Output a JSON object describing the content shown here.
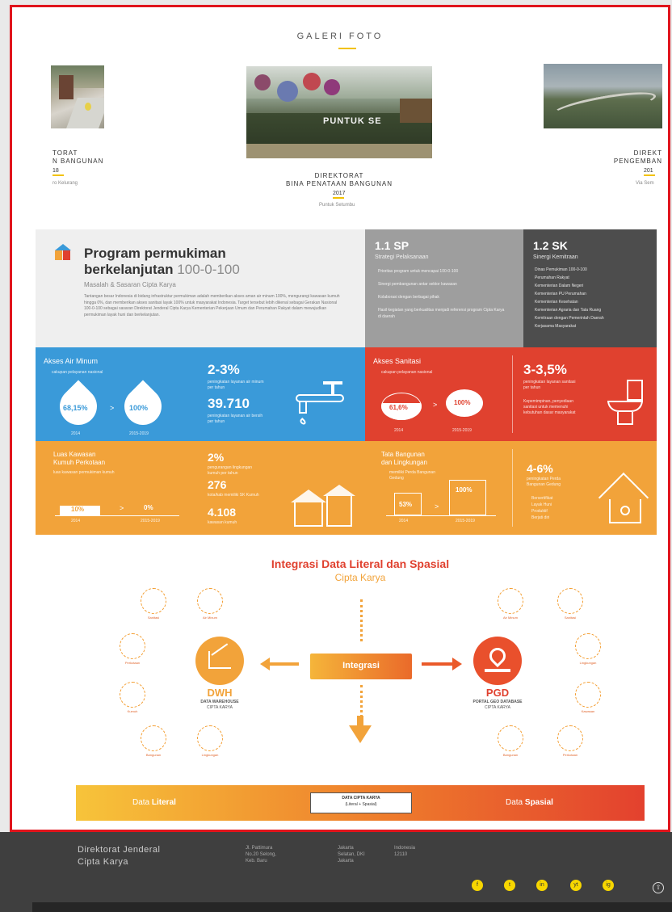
{
  "gallery": {
    "title": "GALERI FOTO",
    "items": [
      {
        "name_line1": "TORAT",
        "name_line2": "N BANGUNAN",
        "year": "18",
        "location": "ro Kelurang"
      },
      {
        "name_line1": "DIREKTORAT",
        "name_line2": "BINA PENATAAN BANGUNAN",
        "year": "2017",
        "location": "Puntuk Setumbu"
      },
      {
        "name_line1": "DIREKT",
        "name_line2": "PENGEMBAN",
        "year": "201",
        "location": "Via Sem"
      }
    ],
    "photo_sign": "PUNTUK SE"
  },
  "program": {
    "title_line1": "Program permukiman",
    "title_line2": "berkelanjutan",
    "title_target": "100-0-100",
    "subtitle": "Masalah & Sasaran Cipta Karya",
    "body": "Tantangan besar Indonesia di bidang infrastruktur permukiman adalah memberikan akses aman air minum 100%, mengurangi kawasan kumuh hingga 0%, dan memberikan akses sanitasi layak 100% untuk masyarakat Indonesia. Target tersebut lebih dikenal sebagai Gerakan Nasional 100-0-100 sebagai sasaran Direktorat Jenderal Cipta Karya Kementerian Pekerjaan Umum dan Perumahan Rakyat dalam mewujudkan permukiman layak huni dan berkelanjutan."
  },
  "sp": {
    "title": "1.1 SP",
    "subtitle": "Strategi Pelaksanaan",
    "items": [
      "Prioritas program untuk mencapai 100-0-100",
      "Sinergi pembangunan antar sektor kawasan",
      "Kolaborasi dengan berbagai pihak",
      "Hasil kegiatan yang berkualitas menjadi referensi program Cipta Karya di daerah"
    ]
  },
  "sk": {
    "title": "1.2 SK",
    "subtitle": "Sinergi Kemitraan",
    "items": [
      "Dinas Pemukiman 100-0-100",
      "Perumahan Rakyat",
      "Kementerian Dalam Negeri",
      "Kementerian PU Perumahan",
      "Kementerian Kesehatan",
      "Kementerian Agraria dan Tata Ruang",
      "Kemitraan dengan Pemerintah Daerah",
      "Kerjasama Masyarakat"
    ]
  },
  "air": {
    "title": "Akses Air Minum",
    "subtitle": "cakupan pelayanan nasional",
    "from": "68,15%",
    "to": "100%",
    "from_year": "2014",
    "to_year": "2015-2019",
    "stat1": "2-3%",
    "stat1_note": "peningkatan layanan air minum per tahun",
    "stat2": "39.710",
    "stat2_note": "peningkatan layanan air bersih per tahun"
  },
  "sanitasi": {
    "title": "Akses Sanitasi",
    "subtitle": "cakupan pelayanan nasional",
    "from": "61,6%",
    "to": "100%",
    "from_year": "2014",
    "to_year": "2015-2019",
    "stat1": "3-3,5%",
    "stat1_note": "peningkatan layanan sanitasi per tahun",
    "stat2_note": "Kepemimpinan, penyediaan sanitasi untuk memenuhi kebutuhan dasar masyarakat"
  },
  "kumuh": {
    "title_line1": "Luas Kawasan",
    "title_line2": "Kumuh Perkotaan",
    "subtitle": "luas kawasan permukiman kumuh",
    "from": "10%",
    "to": "0%",
    "from_year": "2014",
    "to_year": "2015-2019",
    "stat1": "2%",
    "stat1_note": "pengurangan lingkungan kumuh per tahun",
    "stat2": "276",
    "stat2_note": "kota/kab memiliki SK Kumuh",
    "stat3": "4.108",
    "stat3_note": "kawasan kumuh"
  },
  "bangunan": {
    "title_line1": "Tata Bangunan",
    "title_line2": "dan Lingkungan",
    "subtitle": "memiliki Perda Bangunan Gedung",
    "from": "53%",
    "to": "100%",
    "from_year": "2014",
    "to_year": "2015-2019",
    "stat1": "4-6%",
    "stat1_note": "peningkatan Perda Bangunan Gedung",
    "bullets": [
      "Bersertifikat",
      "Layak Huni",
      "Produktif",
      "Berjati diri"
    ]
  },
  "integrasi": {
    "title": "Integrasi Data Literal dan Spasial",
    "subtitle": "Cipta Karya",
    "center": "Integrasi",
    "dwh": "DWH",
    "dwh_sub1": "DATA WAREHOUSE",
    "dwh_sub2": "CIPTA KARYA",
    "pgd": "PGD",
    "pgd_sub1": "PORTAL GEO DATABASE",
    "pgd_sub2": "CIPTA KARYA",
    "bar_left_a": "Data",
    "bar_left_b": "Literal",
    "bar_mid1": "DATA CIPTA KARYA",
    "bar_mid2": "(Literal + Spasial)",
    "bar_right_a": "Data",
    "bar_right_b": "Spasial",
    "left_labels": [
      "Sanitasi",
      "Air Minum",
      "Perkotaan",
      "Kumuh",
      "Bangunan",
      "Lingkungan"
    ],
    "right_labels": [
      "Air Minum",
      "Sanitasi",
      "Lingkungan",
      "Kawasan",
      "Bangunan",
      "Perkotaan"
    ]
  },
  "footer": {
    "org_line1": "Direktorat Jenderal",
    "org_line2": "Cipta Karya",
    "addr1": "Jl. Pattimura",
    "addr2": "No.20 Selong,",
    "addr3": "Keb. Baru",
    "city1": "Jakarta",
    "city2": "Selatan, DKI",
    "city3": "Jakarta",
    "country1": "Indonesia",
    "country2": "12110",
    "social": [
      "f",
      "t",
      "in",
      "yt",
      "ig"
    ]
  },
  "colors": {
    "blue": "#3a9ad9",
    "red": "#e0412f",
    "orange": "#f2a33a",
    "grey_sp": "#9e9e9e",
    "grey_sk": "#4d4d4d",
    "accent": "#f2c200"
  }
}
